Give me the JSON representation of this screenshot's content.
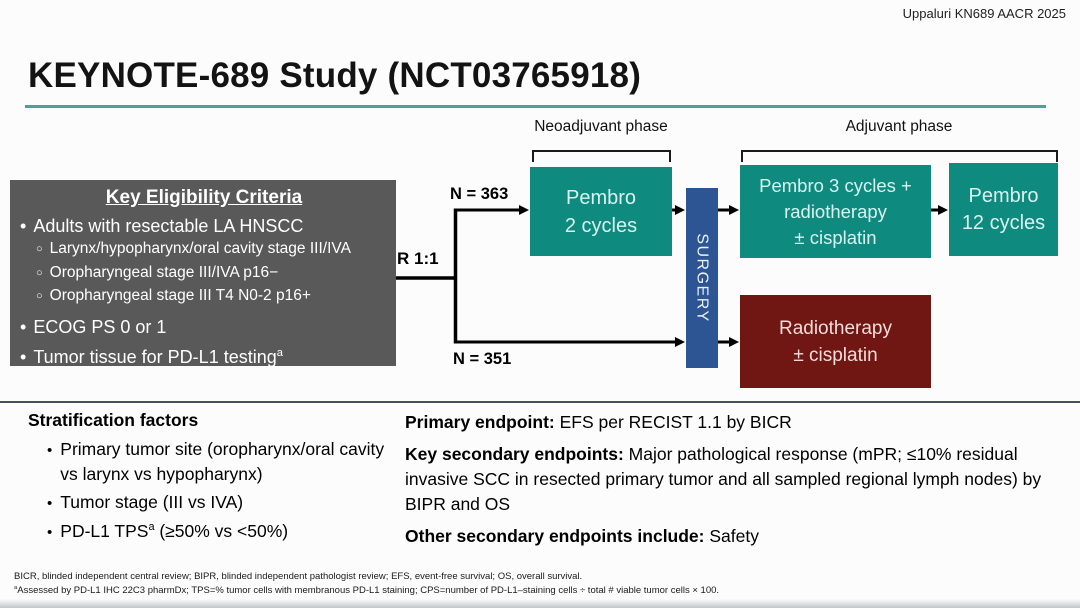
{
  "attribution": "Uppaluri KN689 AACR 2025",
  "title": "KEYNOTE-689 Study (NCT03765918)",
  "eligibility": {
    "heading": "Key Eligibility Criteria",
    "bullet1": "Adults with resectable LA HNSCC",
    "sub1": "Larynx/hypopharynx/oral cavity stage III/IVA",
    "sub2": "Oropharyngeal stage III/IVA p16−",
    "sub3": "Oropharyngeal stage III T4 N0-2 p16+",
    "bullet2": "ECOG PS 0 or 1",
    "bullet3": "Tumor tissue for PD-L1 testing",
    "bullet3_sup": "a"
  },
  "diagram": {
    "randomization": "R 1:1",
    "n_top": "N = 363",
    "n_bottom": "N = 351",
    "neoadjuvant_phase": "Neoadjuvant phase",
    "adjuvant_phase": "Adjuvant phase",
    "pembro2_line1": "Pembro",
    "pembro2_line2": "2 cycles",
    "surgery": "SURGERY",
    "pembro3_line1": "Pembro 3 cycles +",
    "pembro3_line2": "radiotherapy",
    "pembro3_line3": "± cisplatin",
    "pembro12_line1": "Pembro",
    "pembro12_line2": "12 cycles",
    "radio_line1": "Radiotherapy",
    "radio_line2": "± cisplatin"
  },
  "stratification": {
    "heading": "Stratification factors",
    "item1": "Primary tumor site (oropharynx/oral cavity vs larynx vs hypopharynx)",
    "item2": "Tumor stage (III vs IVA)",
    "item3_prefix": "PD-L1 TPS",
    "item3_sup": "a",
    "item3_suffix": " (≥50% vs <50%)"
  },
  "endpoints": {
    "primary_label": "Primary endpoint:",
    "primary_text": " EFS per RECIST 1.1 by BICR",
    "key_secondary_label": "Key secondary endpoints:",
    "key_secondary_text": " Major pathological response (mPR; ≤10% residual invasive SCC in resected primary tumor and all sampled regional lymph nodes) by BIPR and OS",
    "other_label": "Other secondary endpoints include:",
    "other_text": " Safety"
  },
  "footnotes": {
    "line1": "BICR, blinded independent central review; BIPR, blinded independent pathologist review; EFS, event-free survival; OS, overall survival.",
    "line2_sup": "a",
    "line2": "Assessed by PD-L1 IHC 22C3 pharmDx; TPS=% tumor cells with membranous PD-L1 staining; CPS=number of PD-L1–staining cells ÷ total # viable tumor cells × 100."
  },
  "colors": {
    "teal": "#0E8A7F",
    "teal-text": "#D8F4F0",
    "surgery-blue": "#2E5593",
    "maroon": "#701713",
    "maroon-text": "#F4DCDA",
    "box-gray": "#595959",
    "underline-teal": "#4FA096",
    "divider": "#46505E"
  }
}
